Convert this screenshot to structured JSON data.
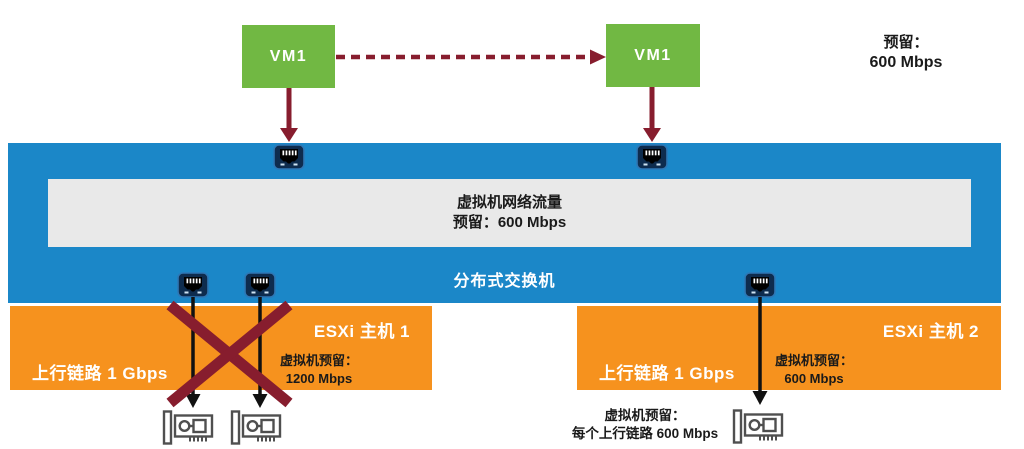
{
  "diagram_title": "NIOC virtual machine bandwidth reservation diagram",
  "colors": {
    "vm_green": "#71B843",
    "switch_blue": "#1B87C8",
    "host_orange": "#F6921E",
    "traffic_gray": "#E9E9E9",
    "arrow_maroon": "#871D2E",
    "arrow_black": "#111111",
    "nic_gray": "#4F4F4F",
    "port_navy": "#0E2C4E",
    "text_black": "#1A1A1A",
    "text_white": "#FFFFFF"
  },
  "top_reservation": {
    "line1": "预留：",
    "line2": "600 Mbps"
  },
  "vms": {
    "left_label": "VM1",
    "right_label": "VM1"
  },
  "switch": {
    "traffic_line1": "虚拟机网络流量",
    "traffic_line2": "预留：600 Mbps",
    "label": "分布式交换机"
  },
  "hosts": {
    "host1": {
      "title": "ESXi 主机 1",
      "uplink_label": "上行链路 1 Gbps",
      "reservation_line1": "虚拟机预留：",
      "reservation_line2": "1200 Mbps"
    },
    "host2": {
      "title": "ESXi 主机 2",
      "uplink_label": "上行链路 1 Gbps",
      "reservation_line1": "虚拟机预留：",
      "reservation_line2": "600 Mbps"
    }
  },
  "bottom_note": {
    "line1": "虚拟机预留：",
    "line2": "每个上行链路 600 Mbps"
  },
  "icons": {
    "port": "ethernet-port-icon",
    "nic": "network-adapter-icon",
    "crossout": "crossout-x-mark"
  }
}
